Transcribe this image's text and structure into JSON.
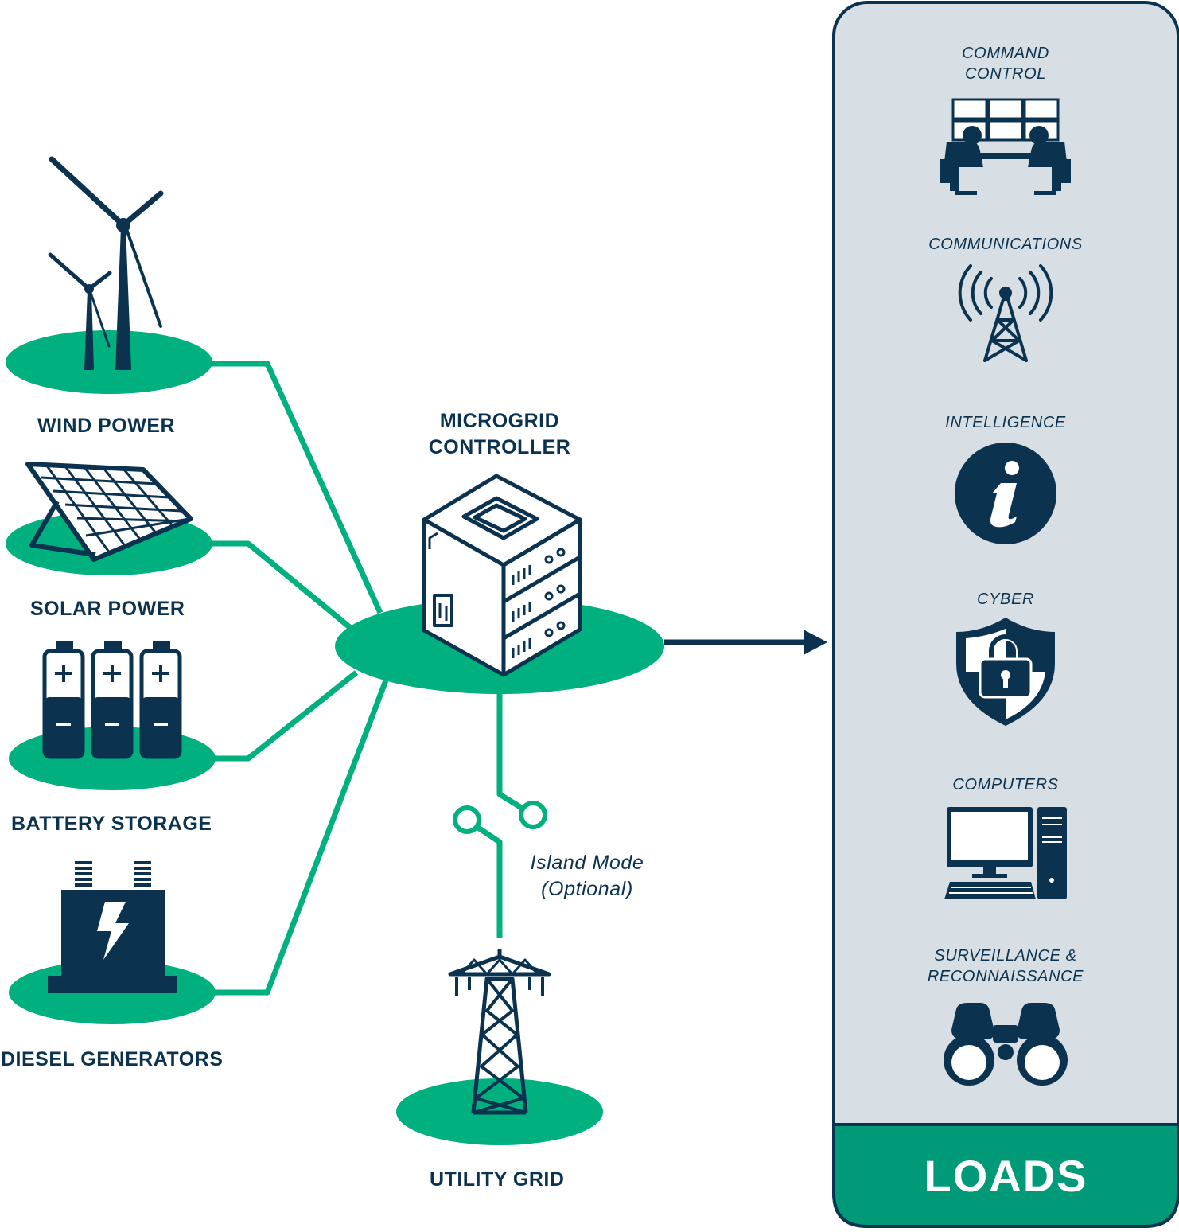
{
  "colors": {
    "navy": "#0b3350",
    "green": "#00b07f",
    "panel_bg": "#d7dfe4",
    "panel_footer": "#009a78"
  },
  "sources": [
    {
      "label": "WIND POWER",
      "icon": "wind-turbine-icon"
    },
    {
      "label": "SOLAR POWER",
      "icon": "solar-panel-icon"
    },
    {
      "label": "BATTERY STORAGE",
      "icon": "battery-icon"
    },
    {
      "label": "DIESEL GENERATORS",
      "icon": "generator-icon"
    }
  ],
  "controller": {
    "line1": "MICROGRID",
    "line2": "CONTROLLER",
    "icon": "server-icon"
  },
  "grid": {
    "label": "UTILITY GRID",
    "icon": "transmission-tower-icon"
  },
  "switch": {
    "line1": "Island Mode",
    "line2": "(Optional)",
    "icon": "switch-icon"
  },
  "loads": {
    "title": "LOADS",
    "items": [
      {
        "line1": "COMMAND",
        "line2": "CONTROL",
        "icon": "command-center-icon"
      },
      {
        "line1": "COMMUNICATIONS",
        "line2": "",
        "icon": "radio-tower-icon"
      },
      {
        "line1": "INTELLIGENCE",
        "line2": "",
        "icon": "info-icon"
      },
      {
        "line1": "CYBER",
        "line2": "",
        "icon": "shield-lock-icon"
      },
      {
        "line1": "COMPUTERS",
        "line2": "",
        "icon": "computer-icon"
      },
      {
        "line1": "SURVEILLANCE &",
        "line2": "RECONNAISSANCE",
        "icon": "binoculars-icon"
      }
    ]
  }
}
